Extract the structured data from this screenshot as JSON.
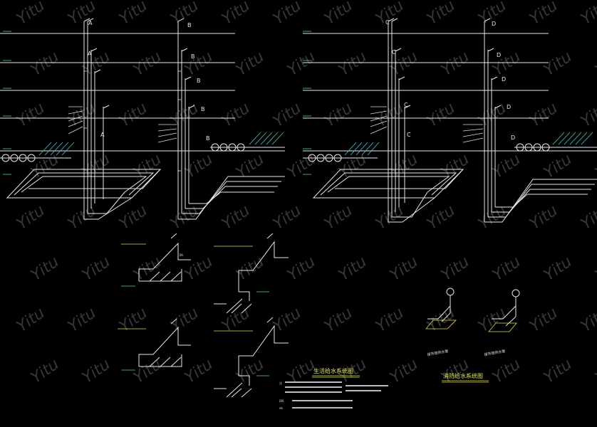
{
  "letters": {
    "a": "A",
    "b": "B",
    "c": "C",
    "d": "D"
  },
  "titles": {
    "domestic": "生活给水系统图",
    "fire": "消防给水系统图"
  },
  "fire_labels": {
    "left": "接市政供水管",
    "right": "接市政供水管"
  },
  "notes": {
    "marker": "注",
    "rows": [
      "DN",
      "de"
    ]
  },
  "watermark": "Yitu",
  "colors": {
    "background": "#000000",
    "line": "#e8e8e8",
    "cyan": "#3fd0d0",
    "yellow": "#e0e040",
    "green": "#50d050"
  }
}
